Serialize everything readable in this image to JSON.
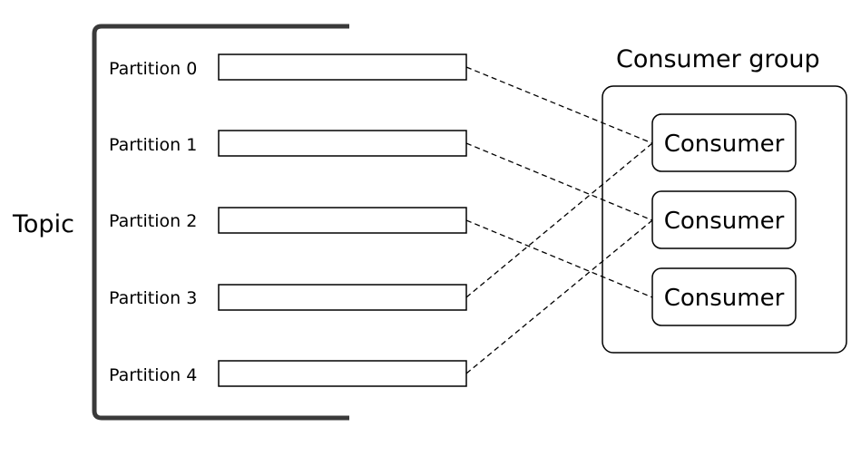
{
  "topic": {
    "label": "Topic",
    "partitions": [
      {
        "label": "Partition 0"
      },
      {
        "label": "Partition 1"
      },
      {
        "label": "Partition 2"
      },
      {
        "label": "Partition 3"
      },
      {
        "label": "Partition 4"
      }
    ]
  },
  "consumer_group": {
    "label": "Consumer group",
    "consumers": [
      {
        "label": "Consumer"
      },
      {
        "label": "Consumer"
      },
      {
        "label": "Consumer"
      }
    ]
  },
  "assignments": [
    {
      "partition": 0,
      "consumer": 0
    },
    {
      "partition": 1,
      "consumer": 1
    },
    {
      "partition": 2,
      "consumer": 2
    },
    {
      "partition": 3,
      "consumer": 0
    },
    {
      "partition": 4,
      "consumer": 1
    }
  ],
  "colors": {
    "bracket": "#3a3a3a",
    "stroke": "#000000",
    "background": "#ffffff"
  }
}
